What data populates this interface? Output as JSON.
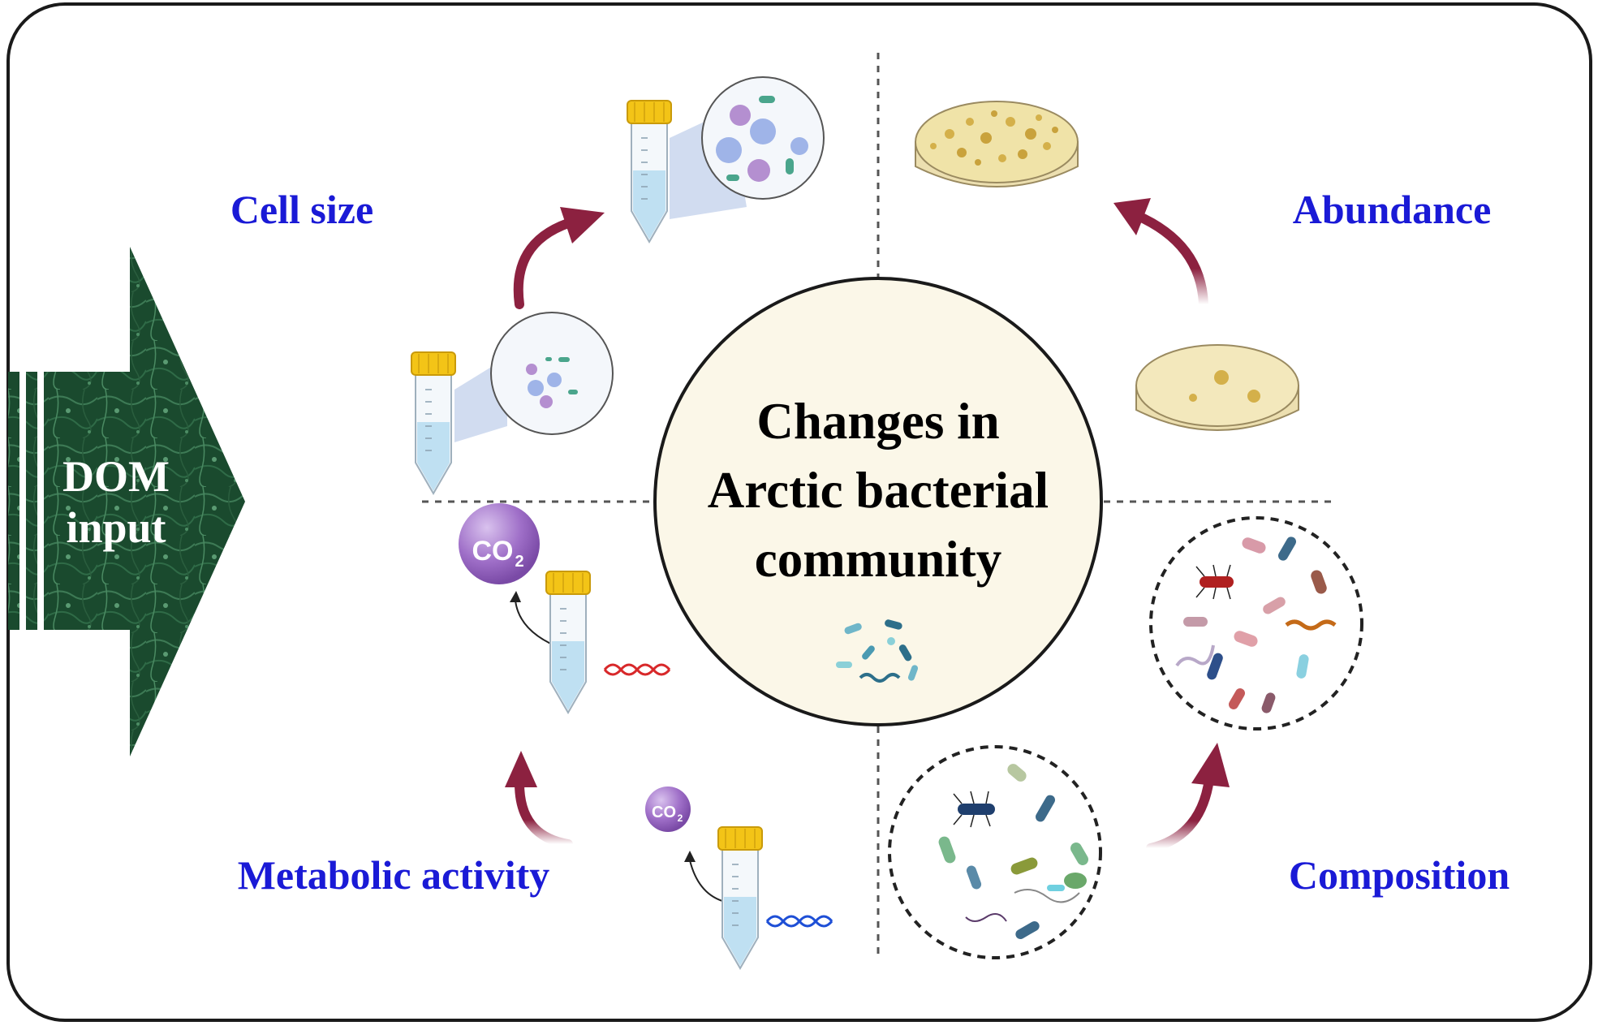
{
  "diagram": {
    "input_label_line1": "DOM",
    "input_label_line2": "input",
    "center_title": [
      "Changes in",
      "Arctic bacterial",
      "community"
    ],
    "quadrant_labels": {
      "cell_size": "Cell size",
      "abundance": "Abundance",
      "metabolic_activity": "Metabolic activity",
      "composition": "Composition"
    },
    "co2_label": "CO",
    "co2_subscript": "2"
  },
  "colors": {
    "label_blue": "#1a1ad6",
    "arrow": "#8c2140",
    "arrow_dark_green": "#16402a",
    "center_fill": "#fbf7e8",
    "co2_purple": "#9a6bc4",
    "tube_cap": "#f3c417",
    "tube_liquid": "#bfe0f2"
  }
}
